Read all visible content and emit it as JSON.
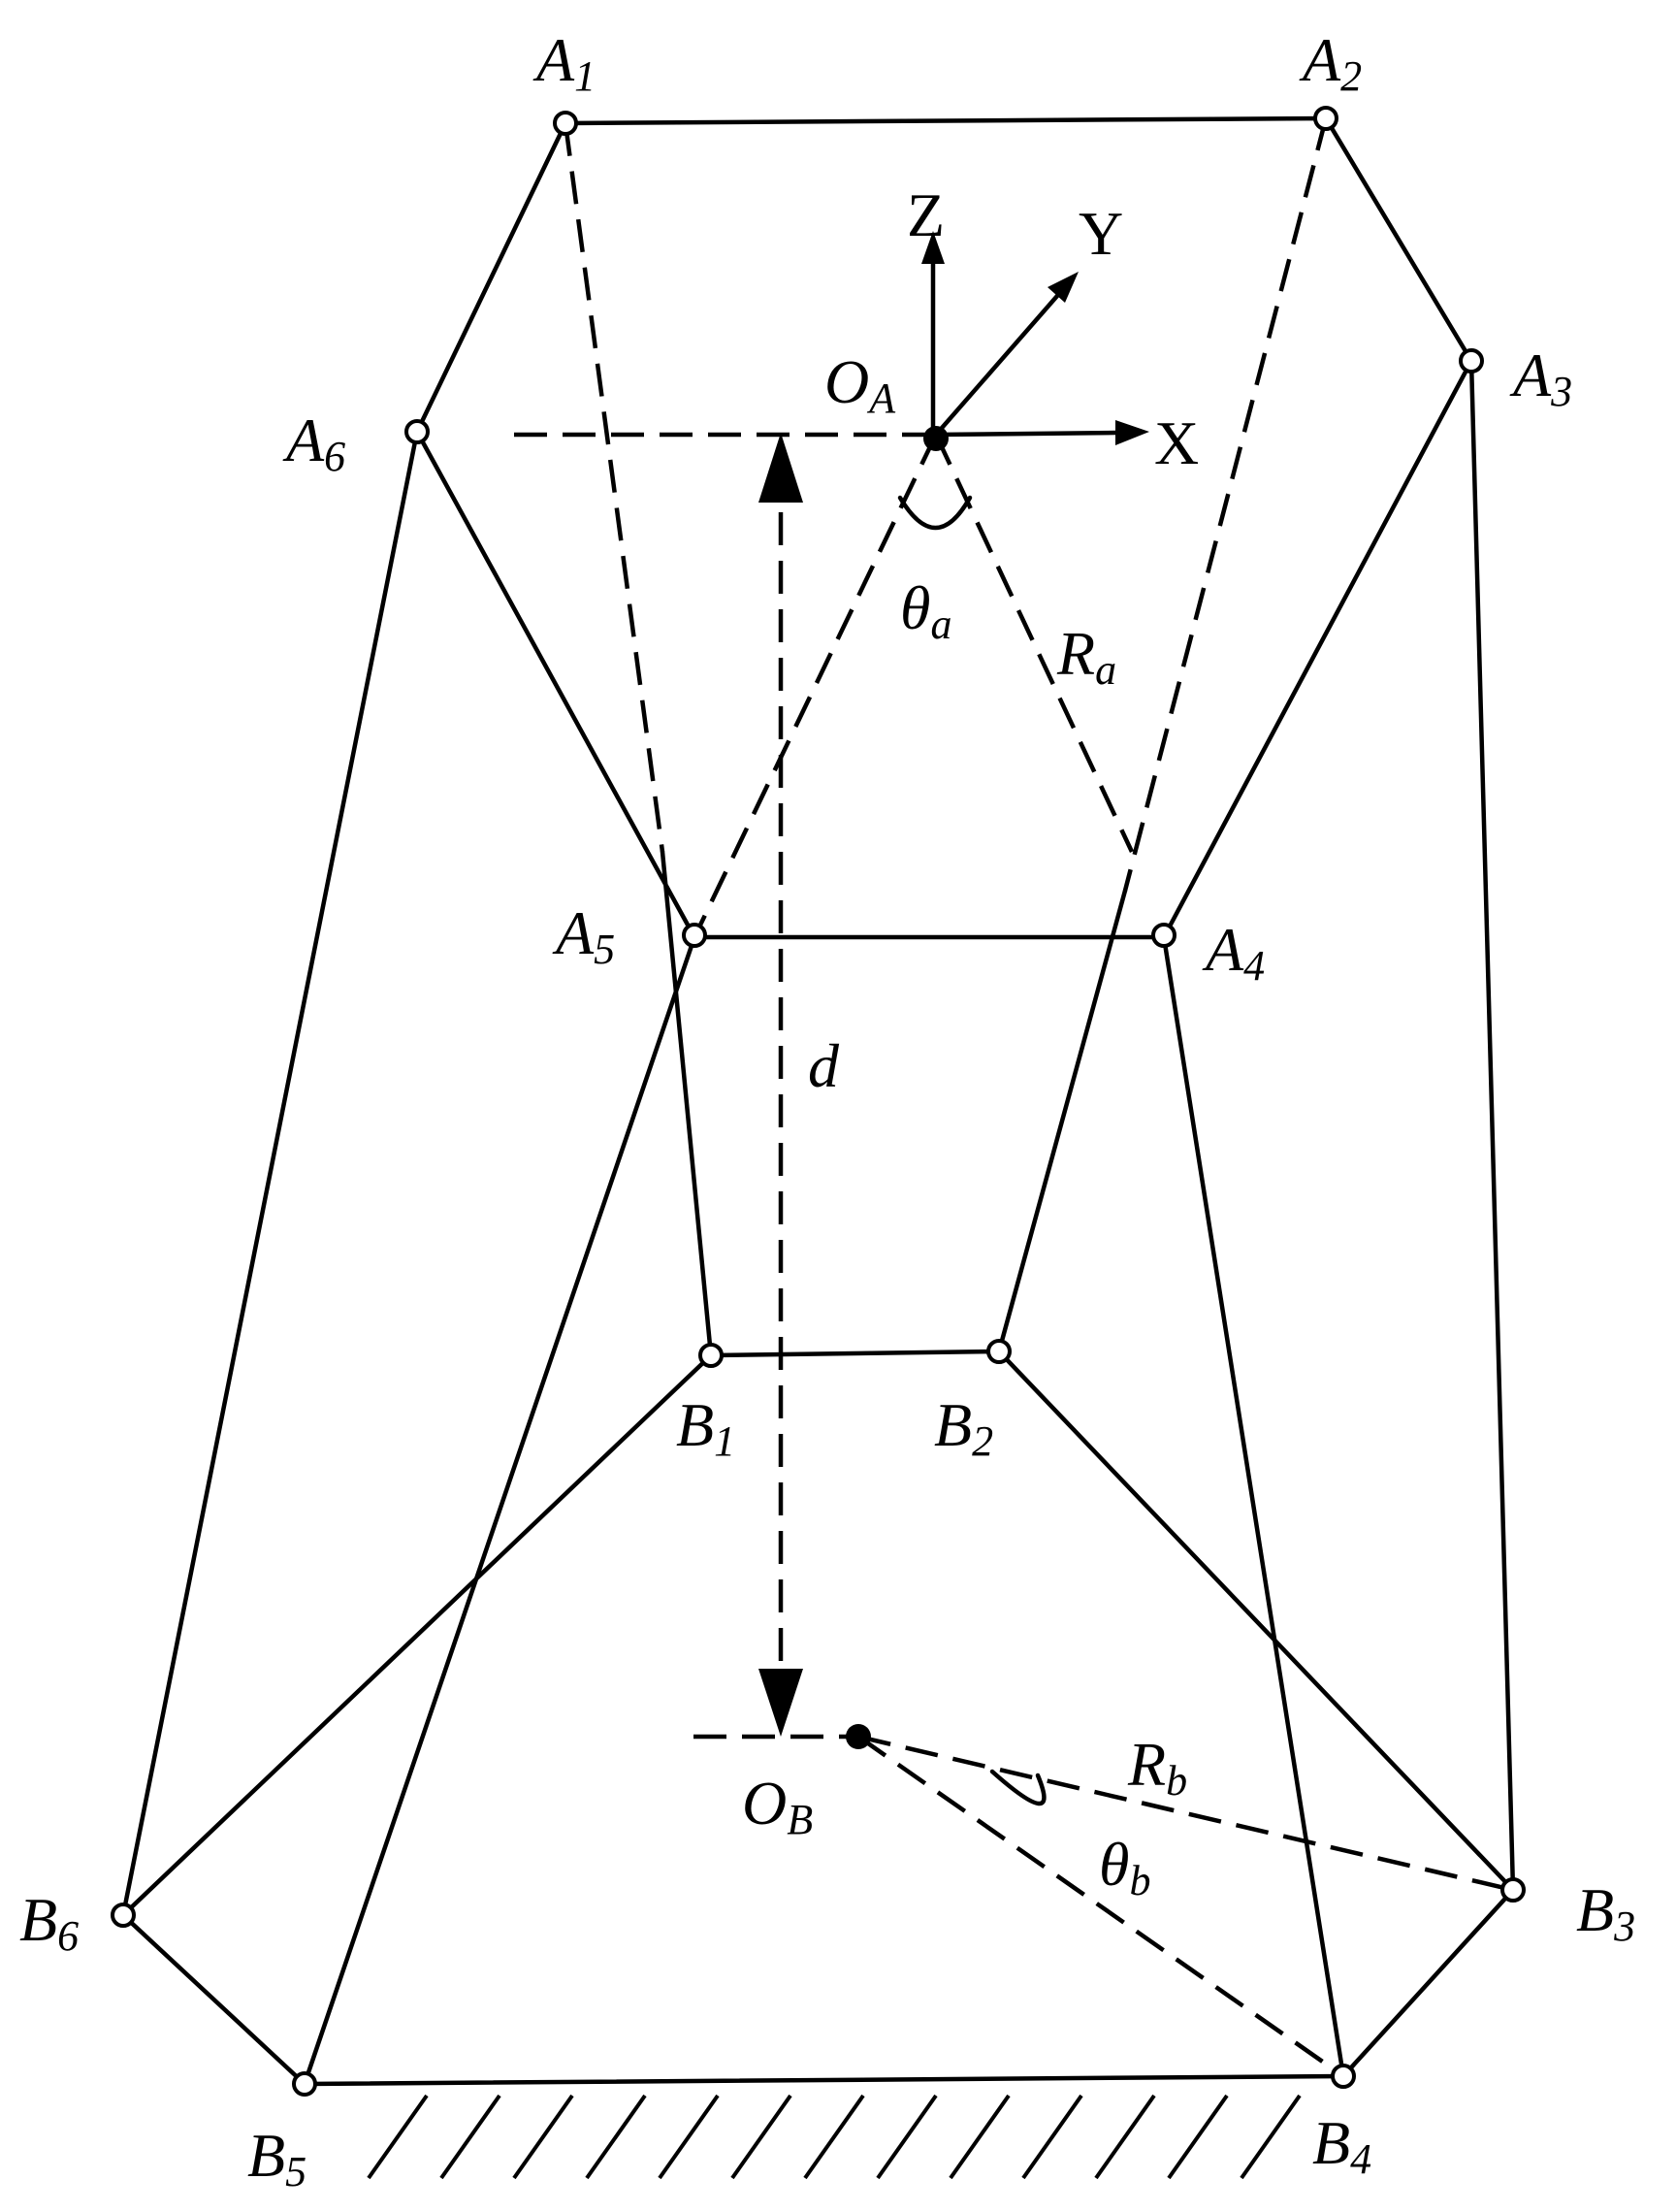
{
  "labels": {
    "A": [
      "A",
      "1",
      "2",
      "3",
      "4",
      "5",
      "6"
    ],
    "B": [
      "B",
      "1",
      "2",
      "3",
      "4",
      "5",
      "6"
    ],
    "OA": {
      "main": "O",
      "sub": "A"
    },
    "OB": {
      "main": "O",
      "sub": "B"
    },
    "X": "X",
    "Y": "Y",
    "Z": "Z",
    "d": "d",
    "theta_a": {
      "main": "θ",
      "sub": "a"
    },
    "theta_b": {
      "main": "θ",
      "sub": "b"
    },
    "Ra": {
      "main": "R",
      "sub": "a"
    },
    "Rb": {
      "main": "R",
      "sub": "b"
    }
  }
}
